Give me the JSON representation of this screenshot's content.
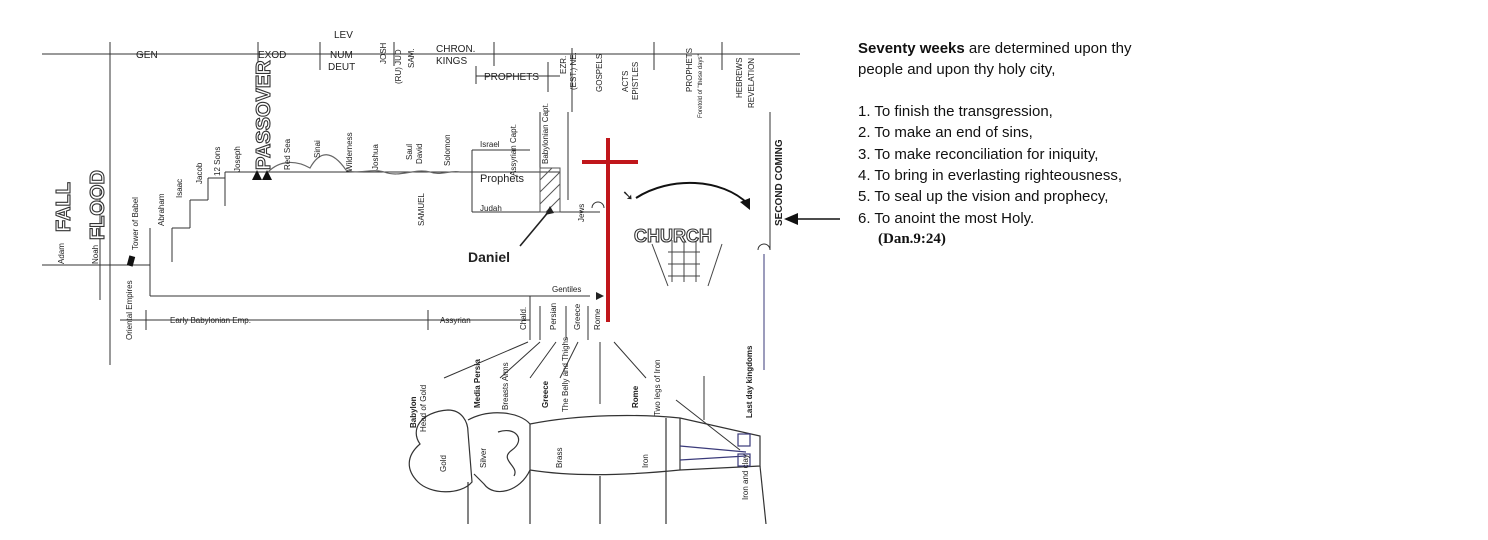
{
  "top_books": {
    "gen": "GEN",
    "exod": "EXOD",
    "lev": "LEV",
    "num_deut_1": "NUM",
    "num_deut_2": "DEUT",
    "josh": "JOSH",
    "ru_jud": "(RU) JUD",
    "sam": "SAM.",
    "chron": "CHRON.",
    "kings": "KINGS",
    "prophets": "PROPHETS",
    "ezr": "EZR.",
    "est_ne": "(EST.) NE.",
    "gospels": "GOSPELS",
    "acts": "ACTS",
    "epistles": "EPISTLES",
    "prophets_late": "PROPHETS",
    "foretold": "Foretold of \"these days\"",
    "hebrews": "HEBREWS",
    "revelation": "REVELATION"
  },
  "timeline": {
    "fall": "FALL",
    "adam": "Adam",
    "flood": "FLOOD",
    "noah": "Noah",
    "tower_of_babel": "Tower of Babel",
    "abraham": "Abraham",
    "isaac": "Isaac",
    "jacob": "Jacob",
    "twelve_sons": "12 Sons",
    "joseph": "Joseph",
    "passover": "PASSOVER",
    "red_sea": "Red Sea",
    "sinai": "Sinai",
    "wilderness": "Wilderness",
    "joshua": "Joshua",
    "samuel": "SAMUEL",
    "saul": "Saul",
    "david": "David",
    "solomon": "Solomon",
    "israel": "Israel",
    "assyrian_capt": "Assyrian Capt.",
    "prophets": "Prophets",
    "judah": "Judah",
    "babylonian_capt": "Babylonian Capt.",
    "jews": "Jews",
    "church": "CHURCH",
    "second_coming": "SECOND COMING",
    "daniel": "Daniel",
    "gentiles": "Gentiles"
  },
  "empires": {
    "oriental": "Oriental Empires",
    "early_babylonian": "Early Babylonian Emp.",
    "assyrian": "Assyrian",
    "chald": "Chald.",
    "persian": "Persian",
    "greece": "Greece",
    "rome": "Rome"
  },
  "statue": {
    "babylon": "Babylon",
    "head_of_gold": "Head of Gold",
    "media_persia": "Media Persia",
    "breasts_arms": "Breasts Arms",
    "greece": "Greece",
    "belly_thighs": "The Belly and Thighs",
    "rome": "Rome",
    "two_legs": "Two legs of Iron",
    "last_day": "Last day kingdoms",
    "gold": "Gold",
    "silver": "Silver",
    "brass": "Brass",
    "iron": "Iron",
    "iron_clay": "Iron and clay"
  },
  "verse": {
    "heading_bold": "Seventy weeks",
    "heading_rest": " are determined upon thy",
    "heading_line2": "people and upon thy holy city,",
    "items": [
      "1. To finish the transgression,",
      "2. To make an end of sins,",
      "3. To make reconciliation for iniquity,",
      "4. To bring in everlasting righteousness,",
      "5. To seal up the vision and prophecy,",
      "6. To anoint the most Holy."
    ],
    "reference": "(Dan.9:24)"
  },
  "colors": {
    "cross": "#c0161b",
    "line": "#333333",
    "blue_line": "#3a3a7a"
  }
}
